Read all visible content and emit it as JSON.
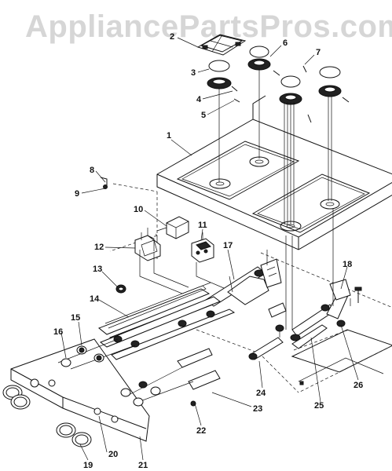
{
  "watermark": "AppliancePartsPros.com",
  "callouts": [
    {
      "id": "c1",
      "label": "1"
    },
    {
      "id": "c2",
      "label": "2"
    },
    {
      "id": "c3",
      "label": "3"
    },
    {
      "id": "c4",
      "label": "4"
    },
    {
      "id": "c5",
      "label": "5"
    },
    {
      "id": "c6",
      "label": "6"
    },
    {
      "id": "c7",
      "label": "7"
    },
    {
      "id": "c8",
      "label": "8"
    },
    {
      "id": "c9",
      "label": "9"
    },
    {
      "id": "c10",
      "label": "10"
    },
    {
      "id": "c11",
      "label": "11"
    },
    {
      "id": "c12",
      "label": "12"
    },
    {
      "id": "c13",
      "label": "13"
    },
    {
      "id": "c14",
      "label": "14"
    },
    {
      "id": "c15",
      "label": "15"
    },
    {
      "id": "c16",
      "label": "16"
    },
    {
      "id": "c17",
      "label": "17"
    },
    {
      "id": "c18",
      "label": "18"
    },
    {
      "id": "c19",
      "label": "19"
    },
    {
      "id": "c20",
      "label": "20"
    },
    {
      "id": "c21",
      "label": "21"
    },
    {
      "id": "c22",
      "label": "22"
    },
    {
      "id": "c23",
      "label": "23"
    },
    {
      "id": "c24",
      "label": "24"
    },
    {
      "id": "c25",
      "label": "25"
    },
    {
      "id": "c26",
      "label": "26"
    }
  ]
}
